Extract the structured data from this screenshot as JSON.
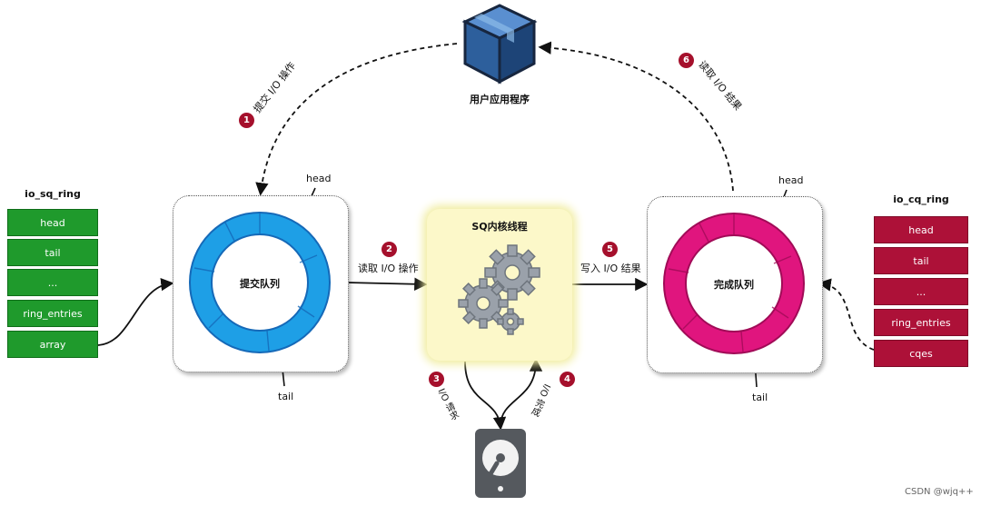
{
  "sq_ring": {
    "title": "io_sq_ring",
    "fields": [
      "head",
      "tail",
      "...",
      "ring_entries",
      "array"
    ]
  },
  "cq_ring": {
    "title": "io_cq_ring",
    "fields": [
      "head",
      "tail",
      "...",
      "ring_entries",
      "cqes"
    ]
  },
  "submit_queue": {
    "label": "提交队列",
    "head": "head",
    "tail": "tail"
  },
  "complete_queue": {
    "label": "完成队列",
    "head": "head",
    "tail": "tail"
  },
  "kernel_thread": {
    "label": "SQ内核线程"
  },
  "app": {
    "label": "用户应用程序"
  },
  "steps": [
    {
      "num": "1",
      "text": "提交 I/O 操作"
    },
    {
      "num": "2",
      "text": "读取 I/O 操作"
    },
    {
      "num": "3",
      "text": "I/O 请求"
    },
    {
      "num": "4",
      "text": "I/O 完成"
    },
    {
      "num": "5",
      "text": "写入 I/O 结果"
    },
    {
      "num": "6",
      "text": "读取 I/O 结果"
    }
  ],
  "watermark": "CSDN @wjq++",
  "colors": {
    "sq_ring": "#1f9a2c",
    "cq_ring": "#ad1138",
    "blue_ring": "#1e9fe6",
    "pink_ring": "#e0157e",
    "kernel_bg": "#fcf8c9",
    "badge": "#a5102c"
  }
}
